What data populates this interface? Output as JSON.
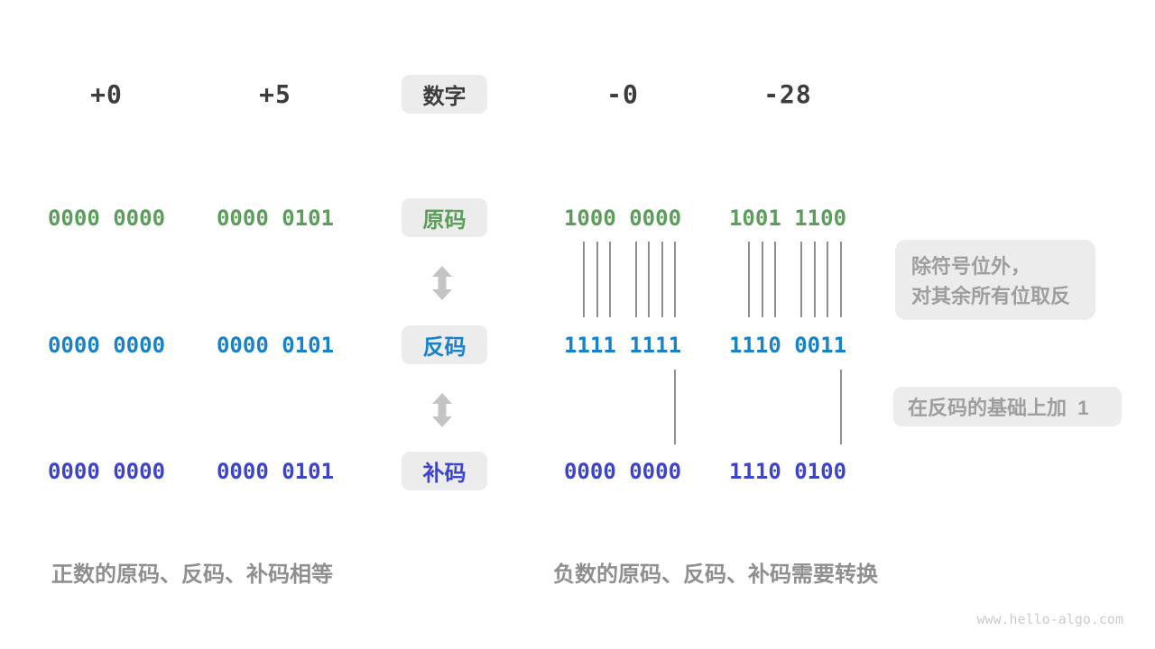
{
  "header": {
    "label": "数字",
    "columns": [
      "+0",
      "+5",
      "-0",
      "-28"
    ]
  },
  "rows": [
    {
      "label": "原码",
      "color": "#5a9e5a",
      "values": [
        "0000 0000",
        "0000 0101",
        "1000 0000",
        "1001 1100"
      ]
    },
    {
      "label": "反码",
      "color": "#1981c7",
      "values": [
        "0000 0000",
        "0000 0101",
        "1111 1111",
        "1110 0011"
      ]
    },
    {
      "label": "补码",
      "color": "#3c44c8",
      "values": [
        "0000 0000",
        "0000 0101",
        "0000 0000",
        "1110 0100"
      ]
    }
  ],
  "annotations": {
    "invert_line1": "除符号位外，",
    "invert_line2": "对其余所有位取反",
    "add_one": "在反码的基础上加  1"
  },
  "captions": {
    "positive": "正数的原码、反码、补码相等",
    "negative": "负数的原码、反码、补码需要转换"
  },
  "watermark": "www.hello-algo.com",
  "colors": {
    "sign_magnitude_green": "#5a9e5a",
    "ones_complement_blue": "#1981c7",
    "twos_complement_indigo": "#3c44c8",
    "pill_background": "#ececec",
    "note_text_gray": "#9e9e9e",
    "caption_gray": "#8f8f8f",
    "arrow_gray": "#c4c4c4",
    "connector_line_gray": "#8f8f8f",
    "number_dark": "#3c3c3c"
  }
}
